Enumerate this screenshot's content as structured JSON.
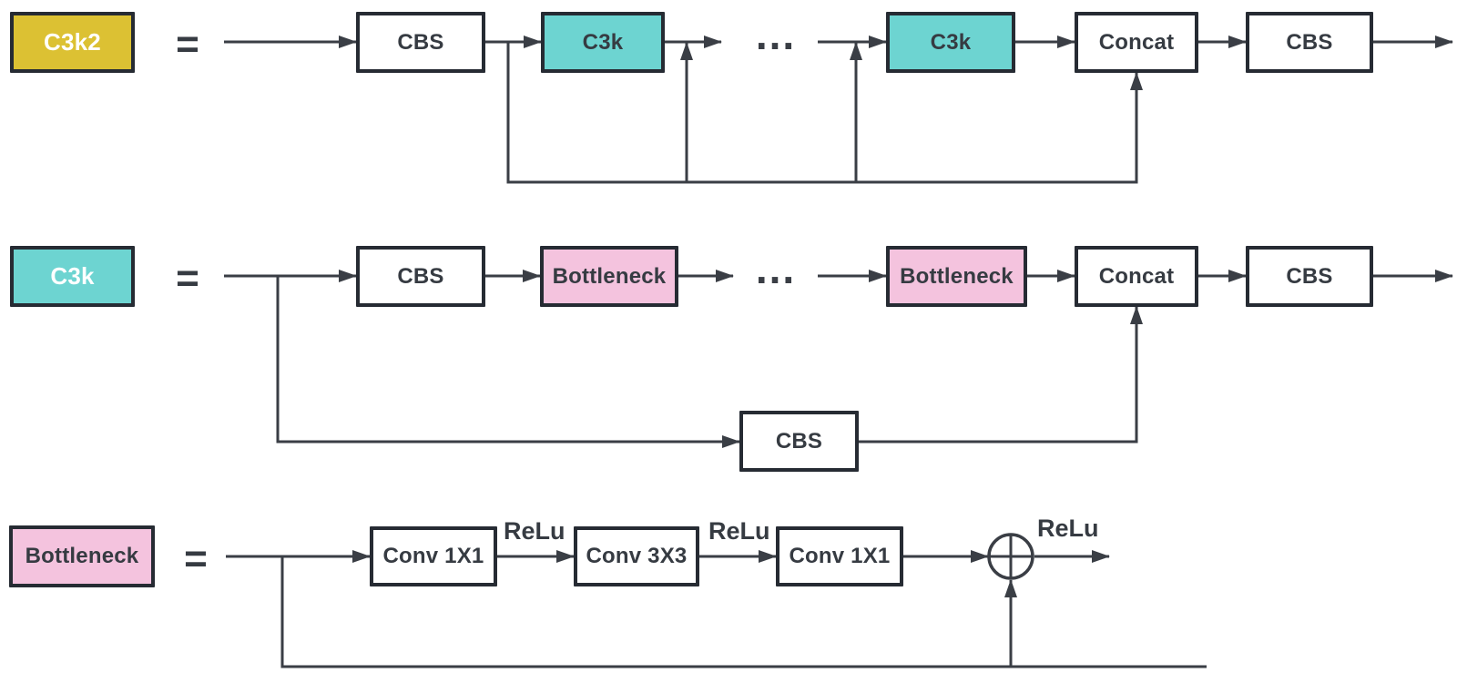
{
  "diagram": {
    "colors": {
      "yellow": "#dcc133",
      "teal": "#6dd4d1",
      "pink": "#f4c3de",
      "line": "#3a3e45",
      "border": "#262b33",
      "text_dark": "#363b42",
      "text_light": "#ffffff",
      "background": "#ffffff"
    },
    "row1": {
      "legend": "C3k2",
      "equals": "=",
      "cbs_in": "CBS",
      "c3k_first": "C3k",
      "ellipsis": "...",
      "c3k_last": "C3k",
      "concat": "Concat",
      "cbs_out": "CBS"
    },
    "row2": {
      "legend": "C3k",
      "equals": "=",
      "cbs_in": "CBS",
      "bottleneck_first": "Bottleneck",
      "ellipsis": "...",
      "bottleneck_last": "Bottleneck",
      "concat": "Concat",
      "cbs_out": "CBS",
      "cbs_shortcut": "CBS"
    },
    "row3": {
      "legend": "Bottleneck",
      "equals": "=",
      "conv_a": "Conv 1X1",
      "relu_a": "ReLu",
      "conv_b": "Conv 3X3",
      "relu_b": "ReLu",
      "conv_c": "Conv 1X1",
      "relu_out": "ReLu",
      "add_icon": "circle-plus"
    }
  }
}
